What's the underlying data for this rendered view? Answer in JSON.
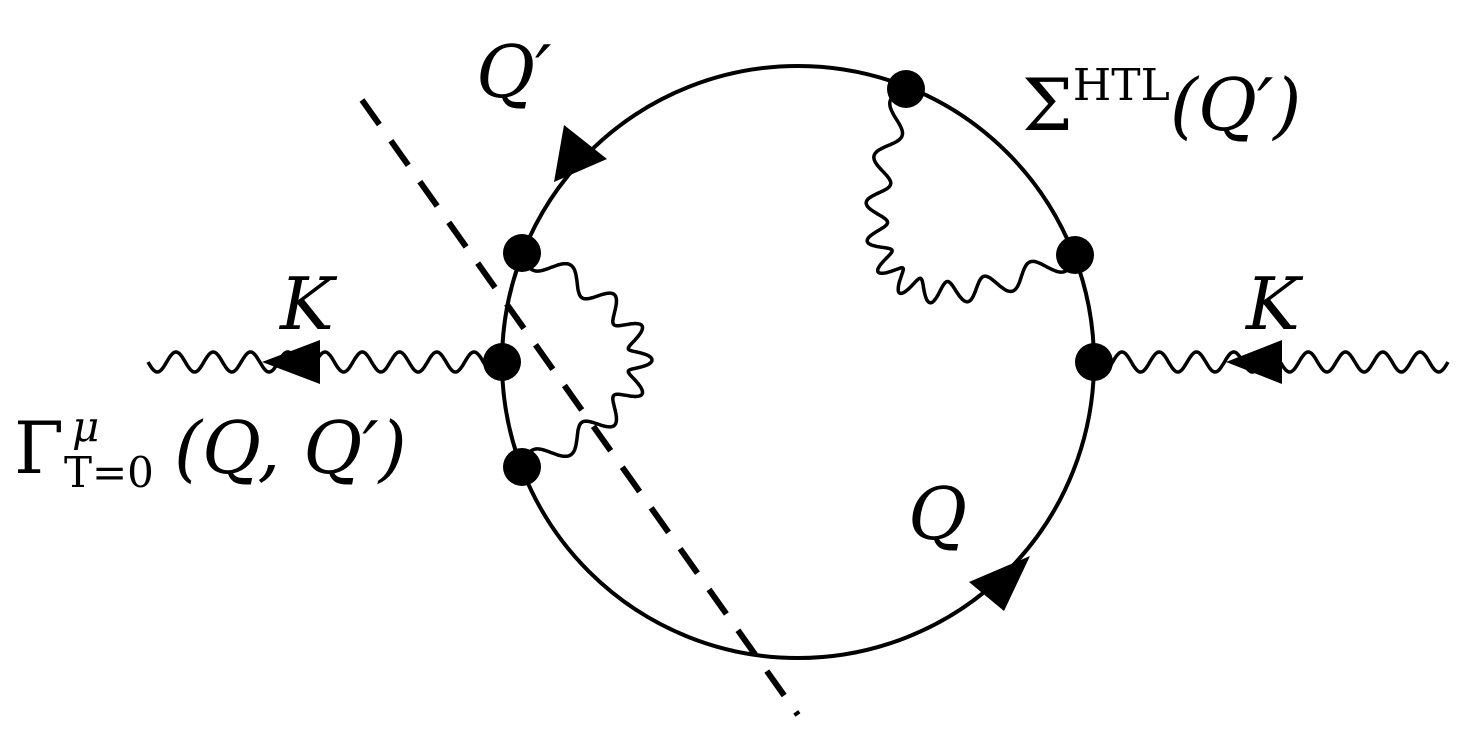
{
  "labels": {
    "q_prime": "Q′",
    "q": "Q",
    "k_left": "K",
    "k_right": "K",
    "sigma_symbol": "Σ",
    "sigma_sup": "HTL",
    "sigma_arg": "(Q′)",
    "gamma_symbol": "Γ",
    "gamma_sup": "μ",
    "gamma_sub": "T=0",
    "gamma_arg": "(Q, Q′)"
  },
  "colors": {
    "line": "#000000",
    "vertex": "#000000",
    "background": "#ffffff"
  }
}
